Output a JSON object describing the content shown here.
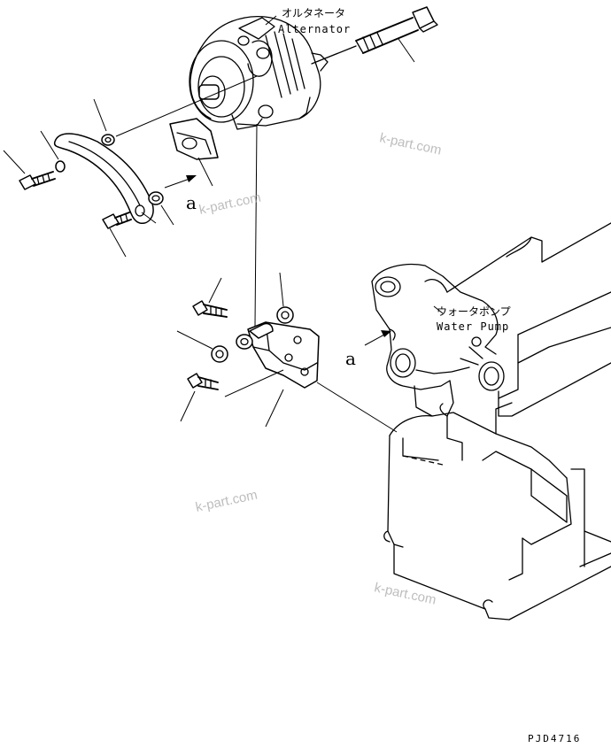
{
  "labels": {
    "alternator_jp": "オルタネータ",
    "alternator_en": "Alternator",
    "water_pump_jp": "ウォータポンプ",
    "water_pump_en": "Water Pump",
    "view_a": "a",
    "view_a_2": "a"
  },
  "watermarks": [
    "k-part.com",
    "k-part.com",
    "k-part.com",
    "k-part.com"
  ],
  "drawing_code": "PJD4716",
  "colors": {
    "line": "#000000",
    "watermark": "#a8a8a8",
    "background": "#ffffff"
  }
}
